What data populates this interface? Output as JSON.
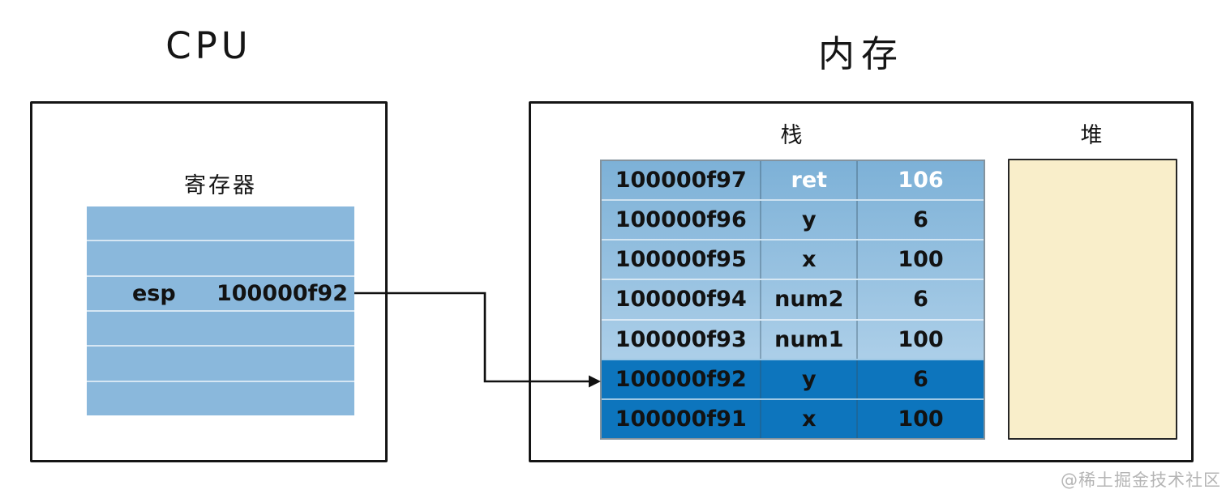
{
  "cpu": {
    "title": "CPU",
    "register_section_label": "寄存器",
    "registers": [
      {
        "name": "",
        "value": ""
      },
      {
        "name": "",
        "value": ""
      },
      {
        "name": "esp",
        "value": "100000f92"
      },
      {
        "name": "",
        "value": ""
      },
      {
        "name": "",
        "value": ""
      },
      {
        "name": "",
        "value": ""
      }
    ]
  },
  "memory": {
    "title": "内存",
    "stack": {
      "label": "栈",
      "rows": [
        {
          "address": "100000f97",
          "name": "ret",
          "value": "106",
          "variant": "return"
        },
        {
          "address": "100000f96",
          "name": "y",
          "value": "6",
          "variant": "normal"
        },
        {
          "address": "100000f95",
          "name": "x",
          "value": "100",
          "variant": "normal"
        },
        {
          "address": "100000f94",
          "name": "num2",
          "value": "6",
          "variant": "normal"
        },
        {
          "address": "100000f93",
          "name": "num1",
          "value": "100",
          "variant": "normal"
        },
        {
          "address": "100000f92",
          "name": "y",
          "value": "6",
          "variant": "active"
        },
        {
          "address": "100000f91",
          "name": "x",
          "value": "100",
          "variant": "active"
        }
      ]
    },
    "heap": {
      "label": "堆"
    }
  },
  "pointer": {
    "from_register": "esp",
    "points_to_address": "100000f92"
  },
  "watermark": "@稀土掘金技术社区",
  "colors": {
    "register_fill": "#8ab8dc",
    "stack_light_top": "#7db1d7",
    "stack_light_bottom": "#abcee8",
    "stack_active": "#0d75bd",
    "heap_fill": "#f9eeca",
    "outline": "#151515",
    "watermark_color": "#b5b5b5"
  }
}
